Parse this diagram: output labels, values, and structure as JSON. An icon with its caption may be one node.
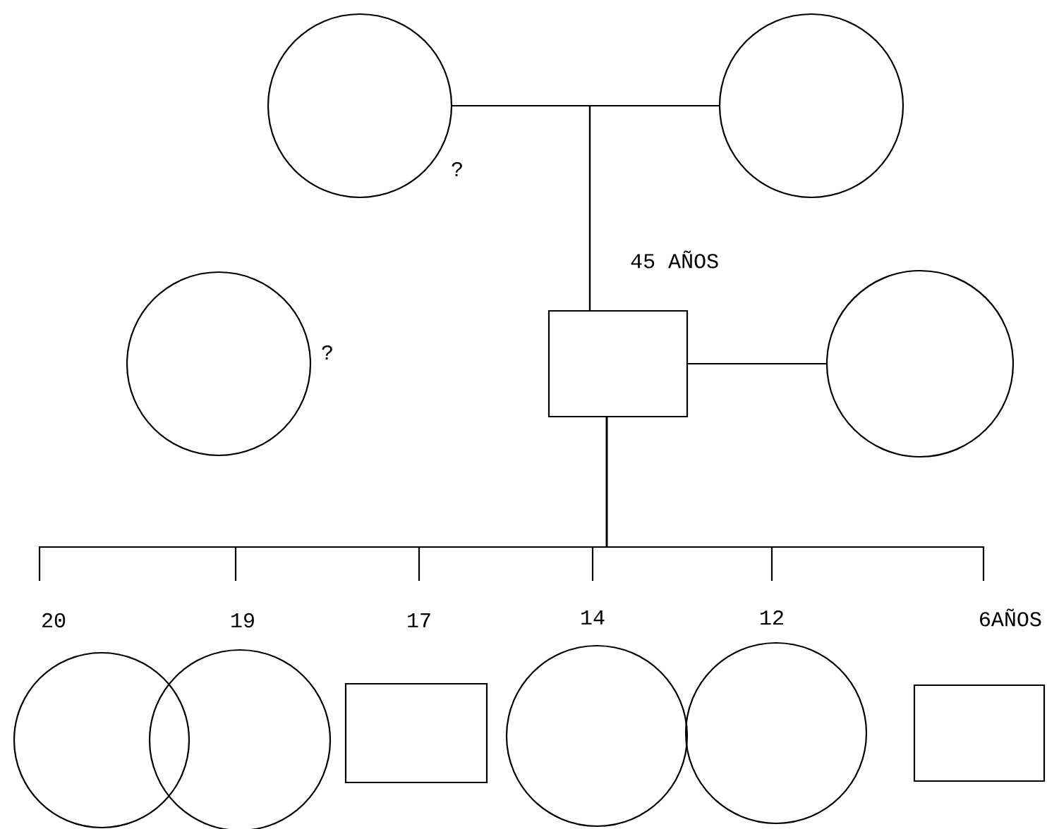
{
  "diagram": {
    "nodes": [
      {
        "text": [],
        "shape": "circle",
        "beside": [
          "?"
        ]
      },
      {
        "text": [],
        "shape": "circle"
      },
      {
        "text": [],
        "shape": "circle",
        "beside": [
          "?"
        ]
      },
      {
        "text": [],
        "shape": "box",
        "beside": [
          "45 AÑOS"
        ]
      },
      {
        "text": [],
        "shape": "circle"
      },
      {
        "text": [],
        "shape": "circle",
        "beside": [
          "20"
        ]
      },
      {
        "text": [],
        "shape": "circle",
        "beside": [
          "19"
        ]
      },
      {
        "text": [],
        "shape": "box",
        "beside": [
          "17"
        ]
      },
      {
        "text": [],
        "shape": "circle",
        "beside": [
          "14"
        ]
      },
      {
        "text": [],
        "shape": "circle",
        "beside": [
          "12"
        ]
      },
      {
        "text": [],
        "shape": "box",
        "beside": [
          "6AÑOS"
        ]
      }
    ],
    "edges": [
      {
        "from": 0,
        "to": 1,
        "arrow": "none"
      },
      {
        "from": 0,
        "to": 3,
        "arrow": "none"
      },
      {
        "from": 1,
        "to": 3,
        "arrow": "none"
      },
      {
        "from": 3,
        "to": 4,
        "arrow": "none"
      },
      {
        "from": 3,
        "to": 5,
        "arrow": "none"
      },
      {
        "from": 3,
        "to": 6,
        "arrow": "none"
      },
      {
        "from": 3,
        "to": 7,
        "arrow": "none"
      },
      {
        "from": 3,
        "to": 8,
        "arrow": "none"
      },
      {
        "from": 3,
        "to": 9,
        "arrow": "none"
      },
      {
        "from": 3,
        "to": 10,
        "arrow": "none"
      }
    ]
  }
}
